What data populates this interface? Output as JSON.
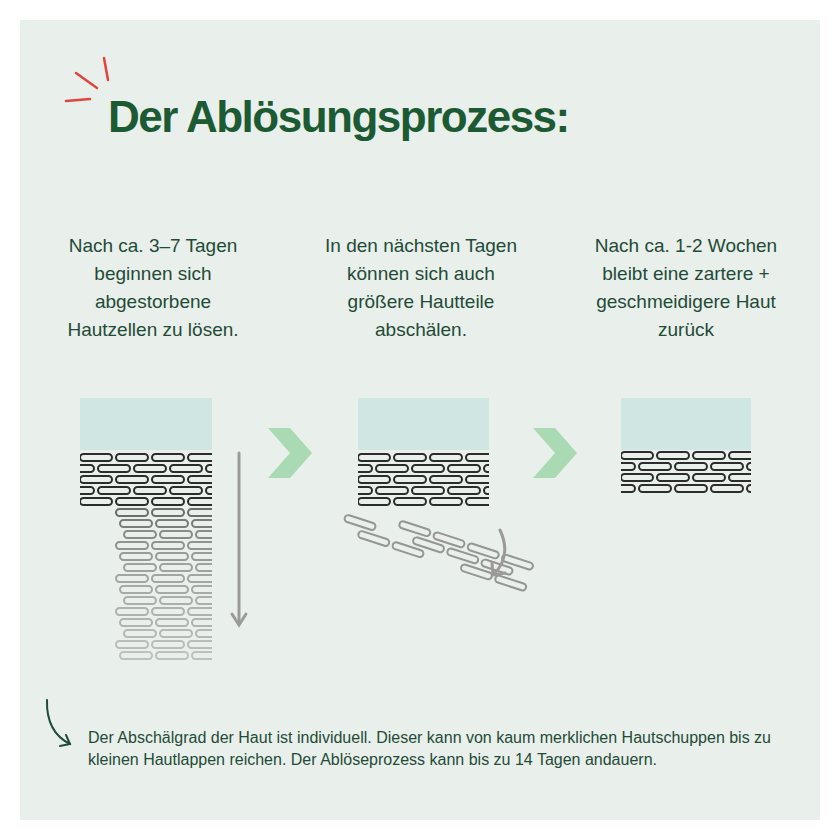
{
  "diagram": {
    "title": "Der Ablösungsprozess:",
    "labels": [
      "Nach ca. 3–7 Tagen beginnen sich abgestorbene Hautzellen zu lösen.",
      "In den nächsten Tagen können sich auch größere Hautteile abschälen.",
      "Nach ca. 1-2 Wochen bleibt eine zartere + geschmeidigere Haut zurück",
      "Der Abschälgrad der Haut ist individuell. Dieser kann von kaum merklichen Hautschuppen bis zu kleinen Hautlappen reichen. Der Ablöseprozess kann bis zu 14 Tagen andauern."
    ]
  }
}
